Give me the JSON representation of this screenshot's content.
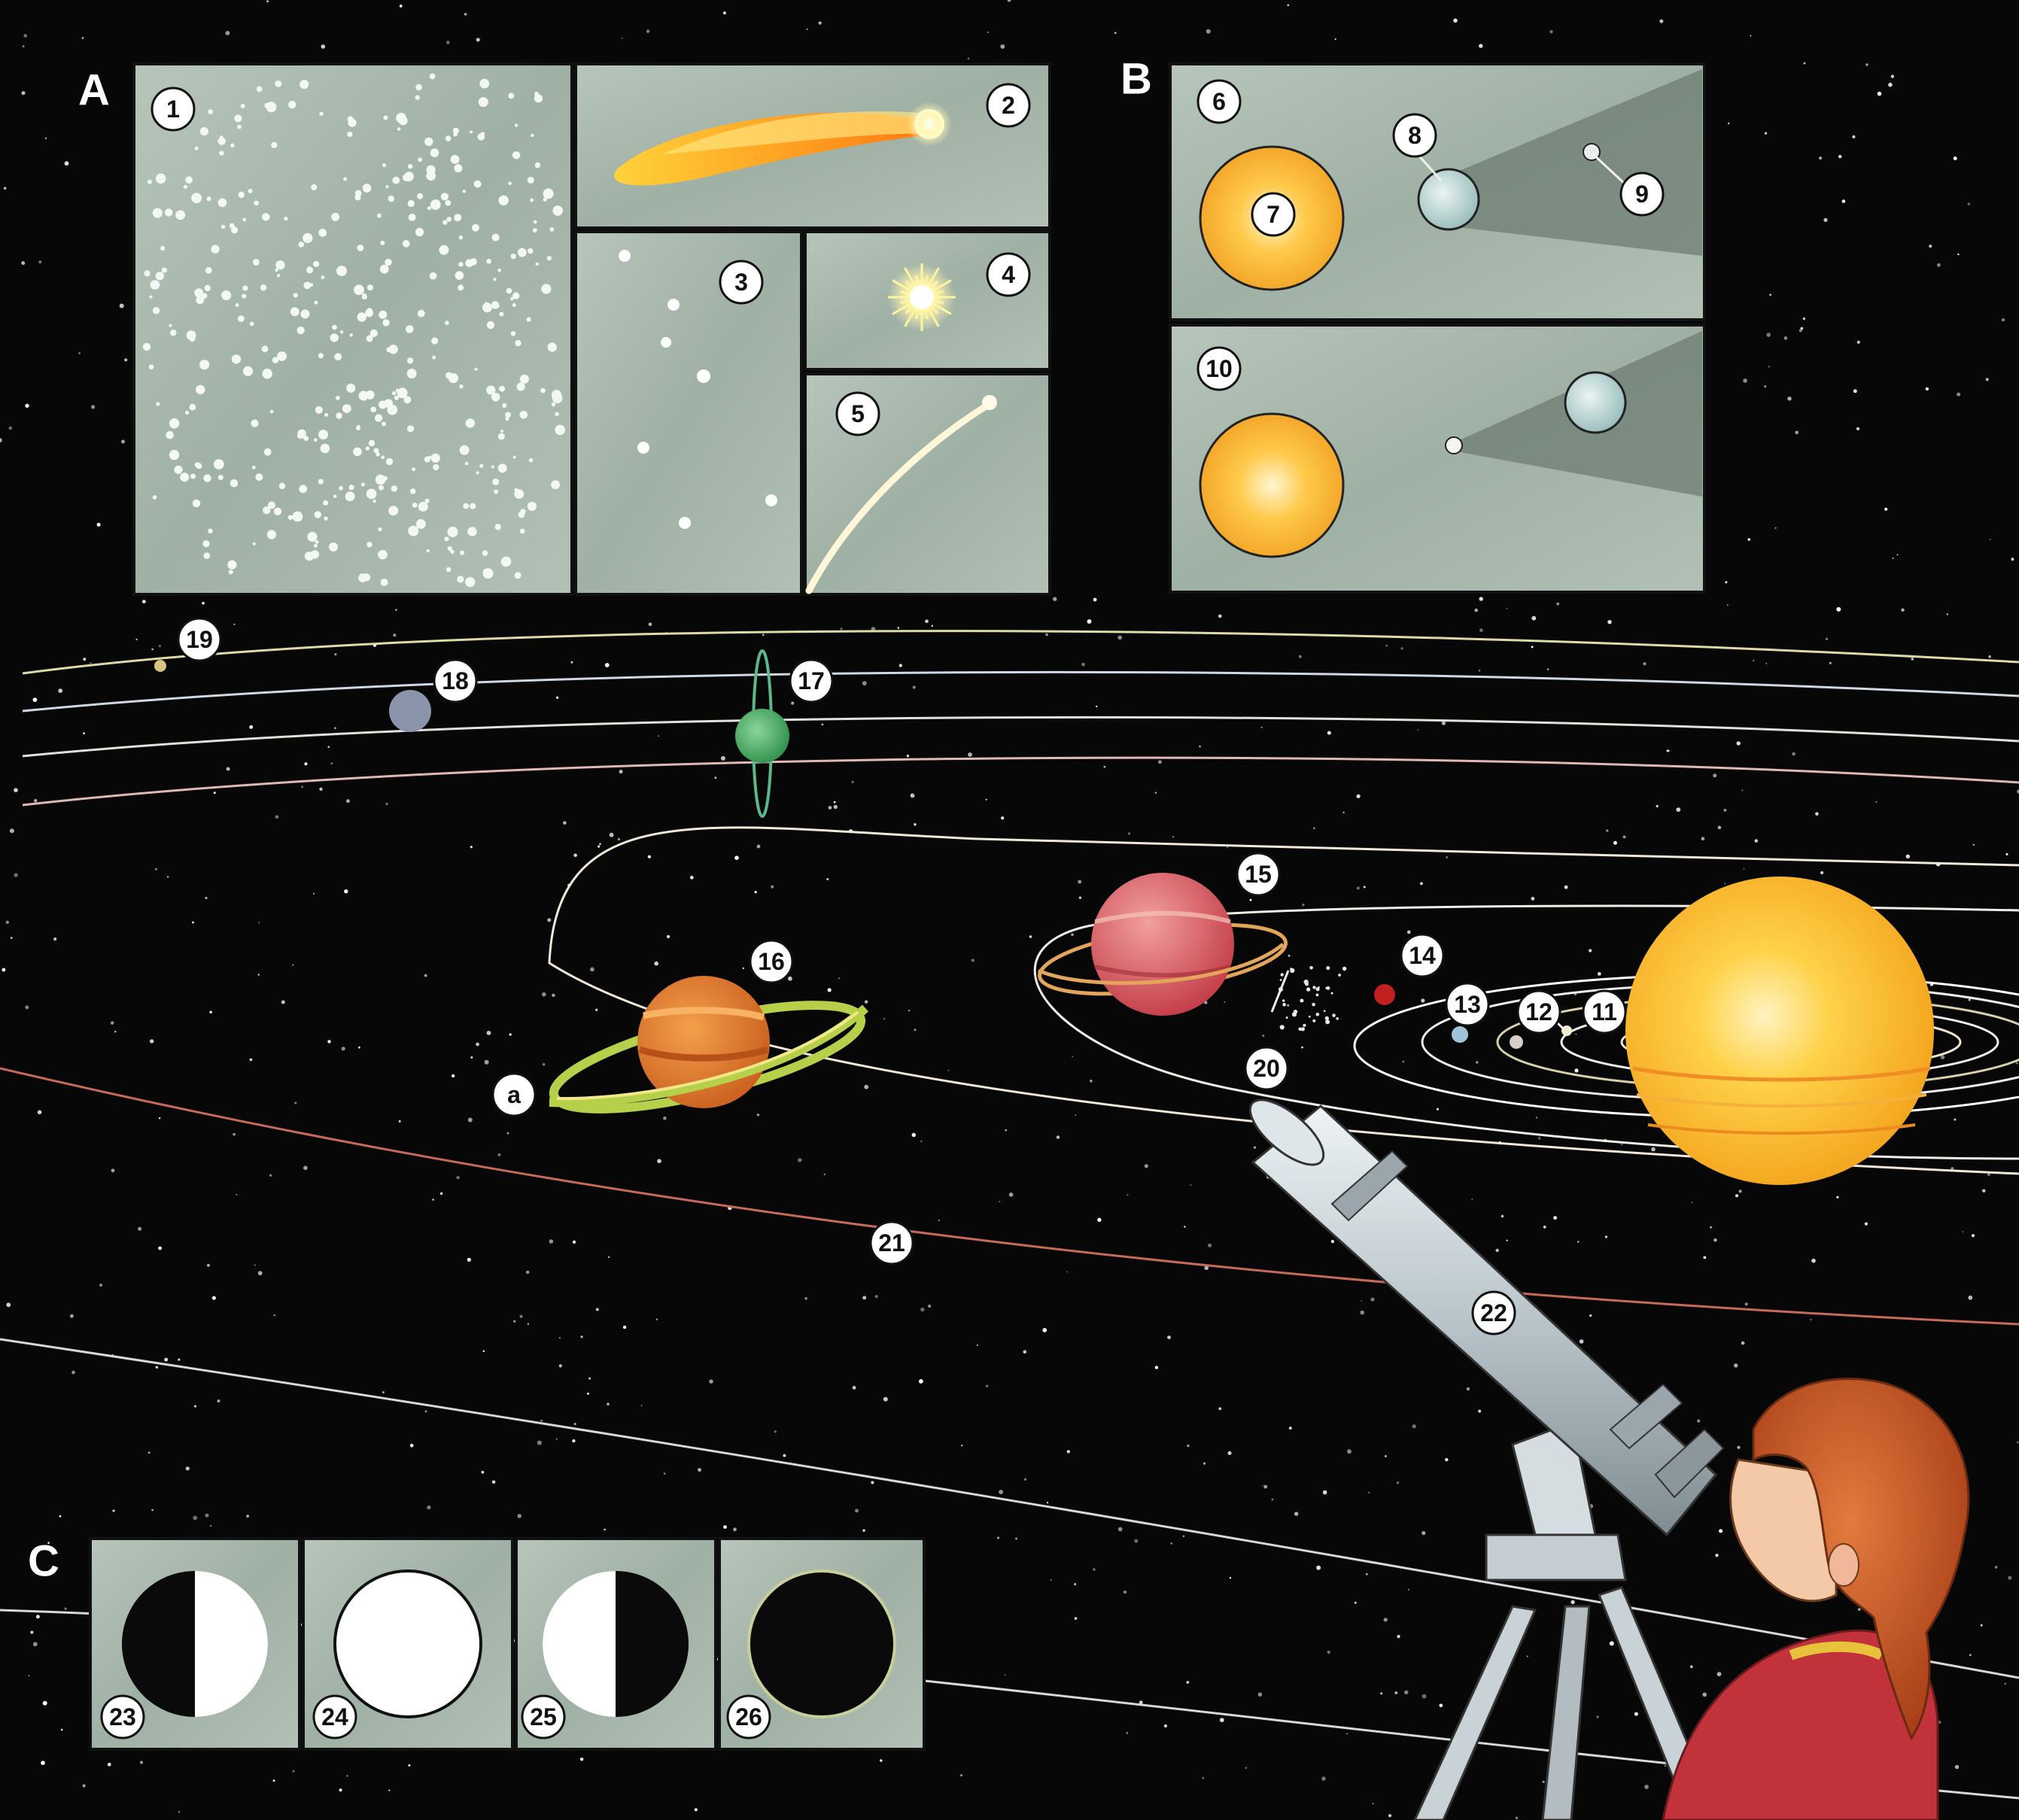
{
  "sections": {
    "a": "A",
    "b": "B",
    "c": "C"
  },
  "labels": {
    "n1": "1",
    "n2": "2",
    "n3": "3",
    "n4": "4",
    "n5": "5",
    "n6": "6",
    "n7": "7",
    "n8": "8",
    "n9": "9",
    "n10": "10",
    "n11": "11",
    "n12": "12",
    "n13": "13",
    "n14": "14",
    "n15": "15",
    "n16": "16",
    "n17": "17",
    "n18": "18",
    "n19": "19",
    "n20": "20",
    "n21": "21",
    "n22": "22",
    "n23": "23",
    "n24": "24",
    "n25": "25",
    "n26": "26",
    "na": "a"
  },
  "colors": {
    "space": "#070707",
    "panel": "#a9b8ad",
    "sun": "#f5b021",
    "comet": "#f08a1a",
    "jupiter": "#e07a2a",
    "saturn_planet": "#d85a5a",
    "uranus": "#3aa35a",
    "neptune": "#8a94aa",
    "mars": "#c02020",
    "girl_hair": "#c8501f",
    "girl_shirt": "#c2323a",
    "telescope": "#c9d2d6"
  }
}
